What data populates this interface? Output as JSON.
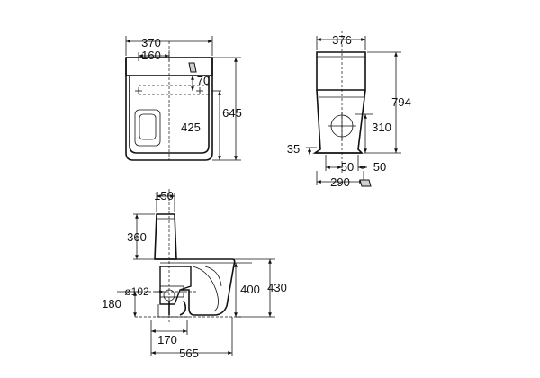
{
  "top_view": {
    "width_total": "370",
    "width_inner": "160",
    "depth_total": "645",
    "depth_upper": "70",
    "depth_lower": "425"
  },
  "front_view": {
    "width": "376",
    "height": "794",
    "outlet_height": "310",
    "base_height": "35",
    "fixing_offset_a": "50",
    "fixing_offset_b": "50",
    "fixing_spacing": "290"
  },
  "side_view": {
    "tank_depth": "150",
    "tank_height": "360",
    "outlet_diameter": "ø102",
    "outlet_axis_height": "180",
    "seat_height": "400",
    "total_height": "430",
    "outlet_offset": "170",
    "total_depth": "565"
  },
  "colors": {
    "line": "#111111",
    "background": "#ffffff"
  }
}
